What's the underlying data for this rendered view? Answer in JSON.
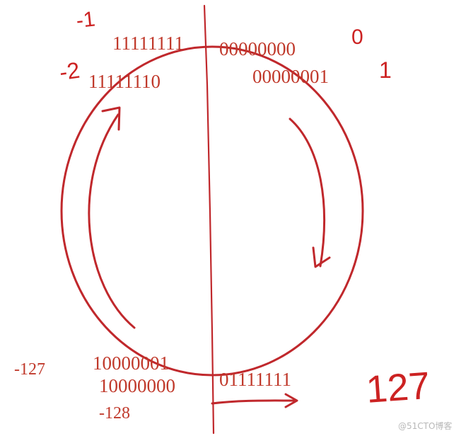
{
  "binary_values": {
    "neg1": "11111111",
    "zero": "00000000",
    "neg2": "11111110",
    "one": "00000001",
    "neg127": "10000001",
    "neg128": "10000000",
    "pos127": "01111111"
  },
  "decimal_labels": {
    "neg127": "-127",
    "neg128": "-128"
  },
  "handwritten": {
    "neg1": "-1",
    "neg2": "-2",
    "zero": "0",
    "one": "1",
    "pos127": "127"
  },
  "watermark": "@51CTO博客",
  "colors": {
    "ink": "#c0282c",
    "text": "#c0392b"
  }
}
